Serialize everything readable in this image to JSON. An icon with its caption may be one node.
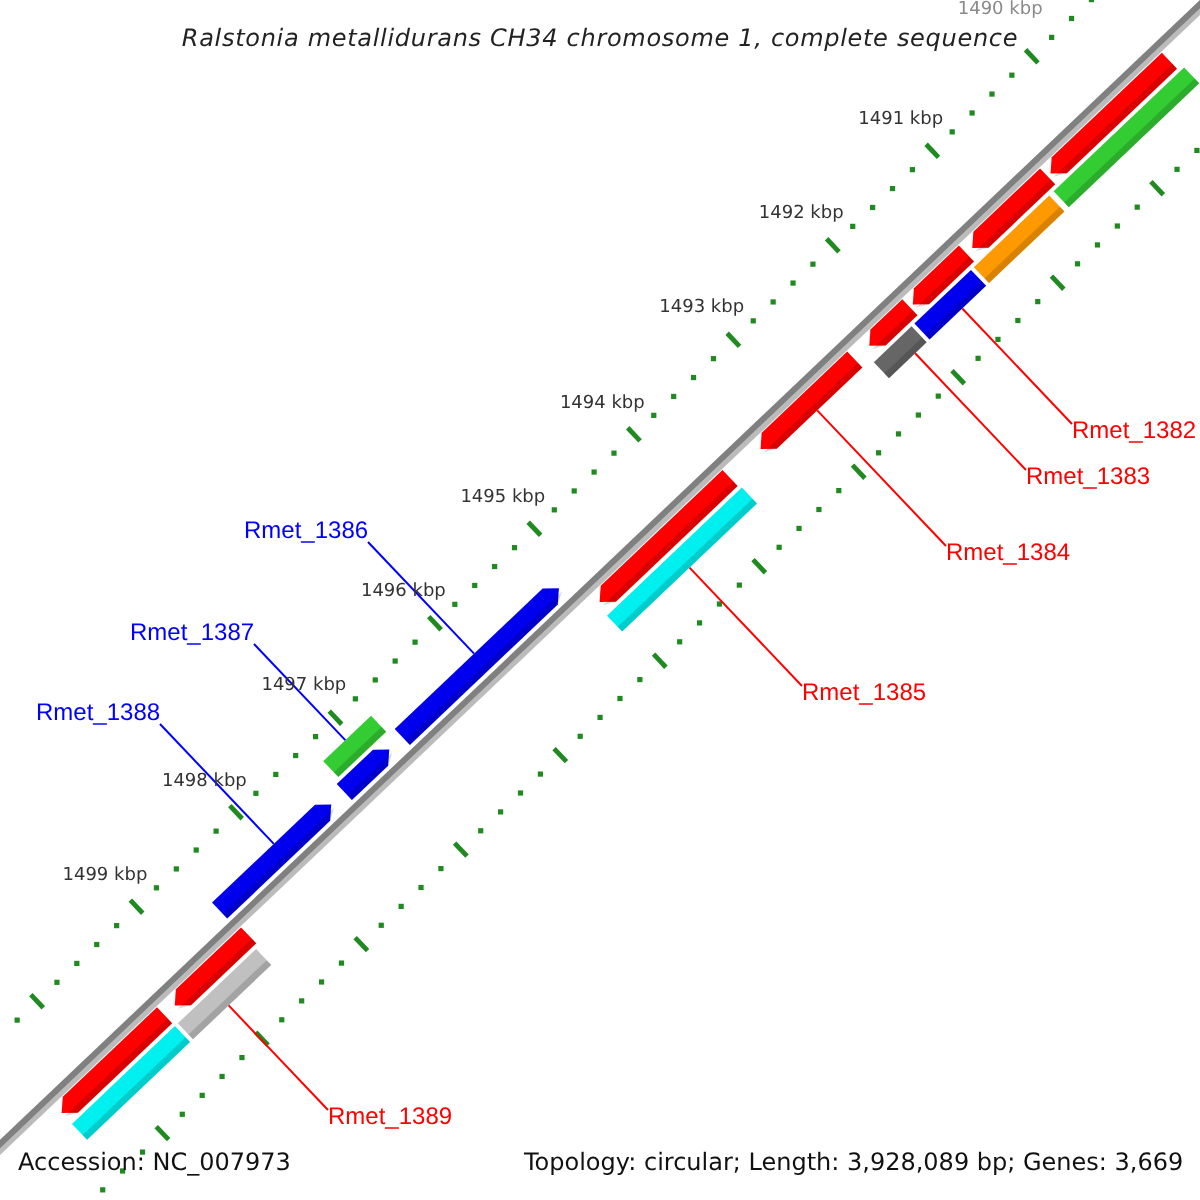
{
  "diagram": {
    "title": "Ralstonia metallidurans CH34 chromosome 1, complete sequence",
    "nodes": [
      {
        "text": [
          "Rmet_1382"
        ]
      },
      {
        "text": [
          "Rmet_1383"
        ]
      },
      {
        "text": [
          "Rmet_1386"
        ]
      },
      {
        "text": [
          "Rmet_1384"
        ]
      },
      {
        "text": [
          "Rmet_1387"
        ]
      },
      {
        "text": [
          "Rmet_1385"
        ]
      },
      {
        "text": [
          "Rmet_1388"
        ]
      },
      {
        "text": [
          "Rmet_1389"
        ]
      },
      {
        "text": [],
        "shape": "pentagon"
      },
      {
        "text": [],
        "shape": "bar"
      },
      {
        "text": [],
        "shape": "pentagon"
      },
      {
        "text": [],
        "shape": "bar"
      },
      {
        "text": [],
        "shape": "pentagon"
      },
      {
        "text": [],
        "shape": "pentagon"
      },
      {
        "text": [],
        "shape": "bar"
      },
      {
        "text": [],
        "shape": "pentagon"
      },
      {
        "text": [],
        "shape": "pentagon"
      },
      {
        "text": [],
        "shape": "bar"
      },
      {
        "text": [],
        "shape": "pentagon"
      },
      {
        "text": [],
        "shape": "bar"
      },
      {
        "text": [],
        "shape": "pentagon"
      },
      {
        "text": [],
        "shape": "bar"
      },
      {
        "text": [],
        "shape": "pentagon"
      },
      {
        "text": [],
        "shape": "bar"
      },
      {
        "text": [],
        "shape": "bar"
      },
      {
        "text": [],
        "shape": "pentagon"
      },
      {
        "text": [],
        "shape": "pentagon"
      }
    ],
    "edges": [
      {
        "from": 0,
        "to": 21,
        "arrow": "none",
        "color": "#ff0000"
      },
      {
        "from": 1,
        "to": 19,
        "arrow": "none",
        "color": "#ff0000"
      },
      {
        "from": 2,
        "to": 15,
        "arrow": "none",
        "color": "#0000ff"
      },
      {
        "from": 3,
        "to": 18,
        "arrow": "none",
        "color": "#ff0000"
      },
      {
        "from": 4,
        "to": 14,
        "arrow": "none",
        "color": "#0000ff"
      },
      {
        "from": 5,
        "to": 17,
        "arrow": "none",
        "color": "#ff0000"
      },
      {
        "from": 6,
        "to": 12,
        "arrow": "none",
        "color": "#0000ff"
      },
      {
        "from": 7,
        "to": 11,
        "arrow": "none",
        "color": "#ff0000"
      }
    ],
    "labels": [
      "1490 kbp",
      "1491 kbp",
      "1492 kbp",
      "1493 kbp",
      "1494 kbp",
      "1495 kbp",
      "1496 kbp",
      "1497 kbp",
      "1498 kbp",
      "1499 kbp",
      "Accession: NC_007973",
      "Topology: circular; Length: 3,928,089 bp; Genes: 3,669"
    ]
  }
}
